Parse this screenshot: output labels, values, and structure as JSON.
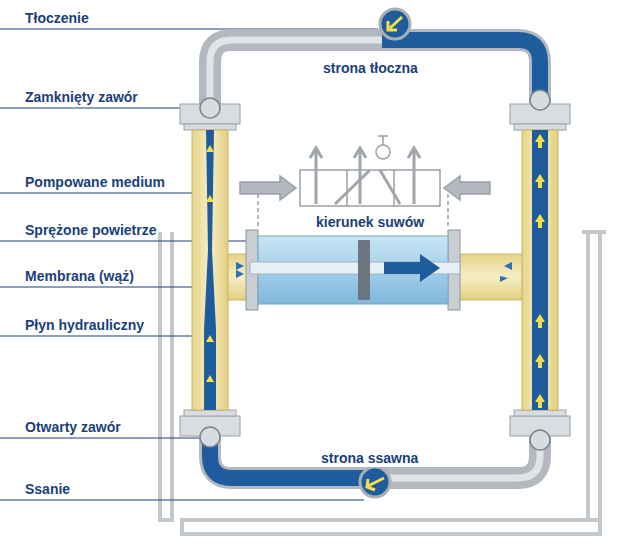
{
  "diagram": {
    "labels": [
      "Tłoczenie",
      "Zamknięty zawór",
      "Pompowane medium",
      "Sprężone powietrze",
      "Membrana (wąż)",
      "Płyn hydrauliczny",
      "Otwarty zawór",
      "Ssanie",
      "strona tłoczna",
      "kierunek suwów",
      "strona ssawna"
    ]
  }
}
